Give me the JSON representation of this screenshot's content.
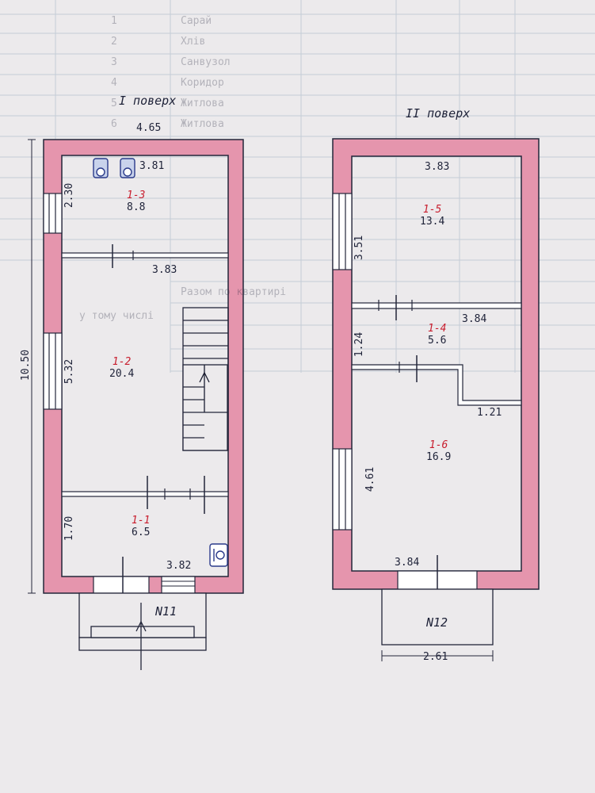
{
  "floors": [
    {
      "title": "I поверх",
      "overall_width": "4.65",
      "overall_height": "10.50",
      "rooms": [
        {
          "label": "1-3",
          "area": "8.8"
        },
        {
          "label": "1-2",
          "area": "20.4"
        },
        {
          "label": "1-1",
          "area": "6.5"
        }
      ],
      "dims": {
        "room3_width": "3.81",
        "room3_window": "2.30",
        "room2_width": "3.83",
        "room2_height": "5.32",
        "room1_height": "1.70",
        "room1_width": "3.82"
      },
      "porch": "N11"
    },
    {
      "title": "II поверх",
      "rooms": [
        {
          "label": "1-5",
          "area": "13.4"
        },
        {
          "label": "1-4",
          "area": "5.6"
        },
        {
          "label": "1-6",
          "area": "16.9"
        }
      ],
      "dims": {
        "room5_width": "3.83",
        "room5_height": "3.51",
        "room4_width": "3.84",
        "room4_height": "1.24",
        "step": "1.21",
        "room6_height": "4.61",
        "room6_width": "3.84"
      },
      "porch": "N12",
      "porch_width": "2.61"
    }
  ],
  "background_table": {
    "rows": [
      "Сарай",
      "Хлів",
      "Санвузол",
      "Коридор",
      "Житлова",
      "Житлова"
    ],
    "numbers": [
      "1",
      "2",
      "3",
      "4",
      "5",
      "6"
    ],
    "heading": "Разом по квартирі",
    "subheading": "у тому числі"
  },
  "colors": {
    "wall": "#e595ad",
    "ink": "#1e2238",
    "label_red": "#c81e2e",
    "grid": "#b7c2cf"
  }
}
